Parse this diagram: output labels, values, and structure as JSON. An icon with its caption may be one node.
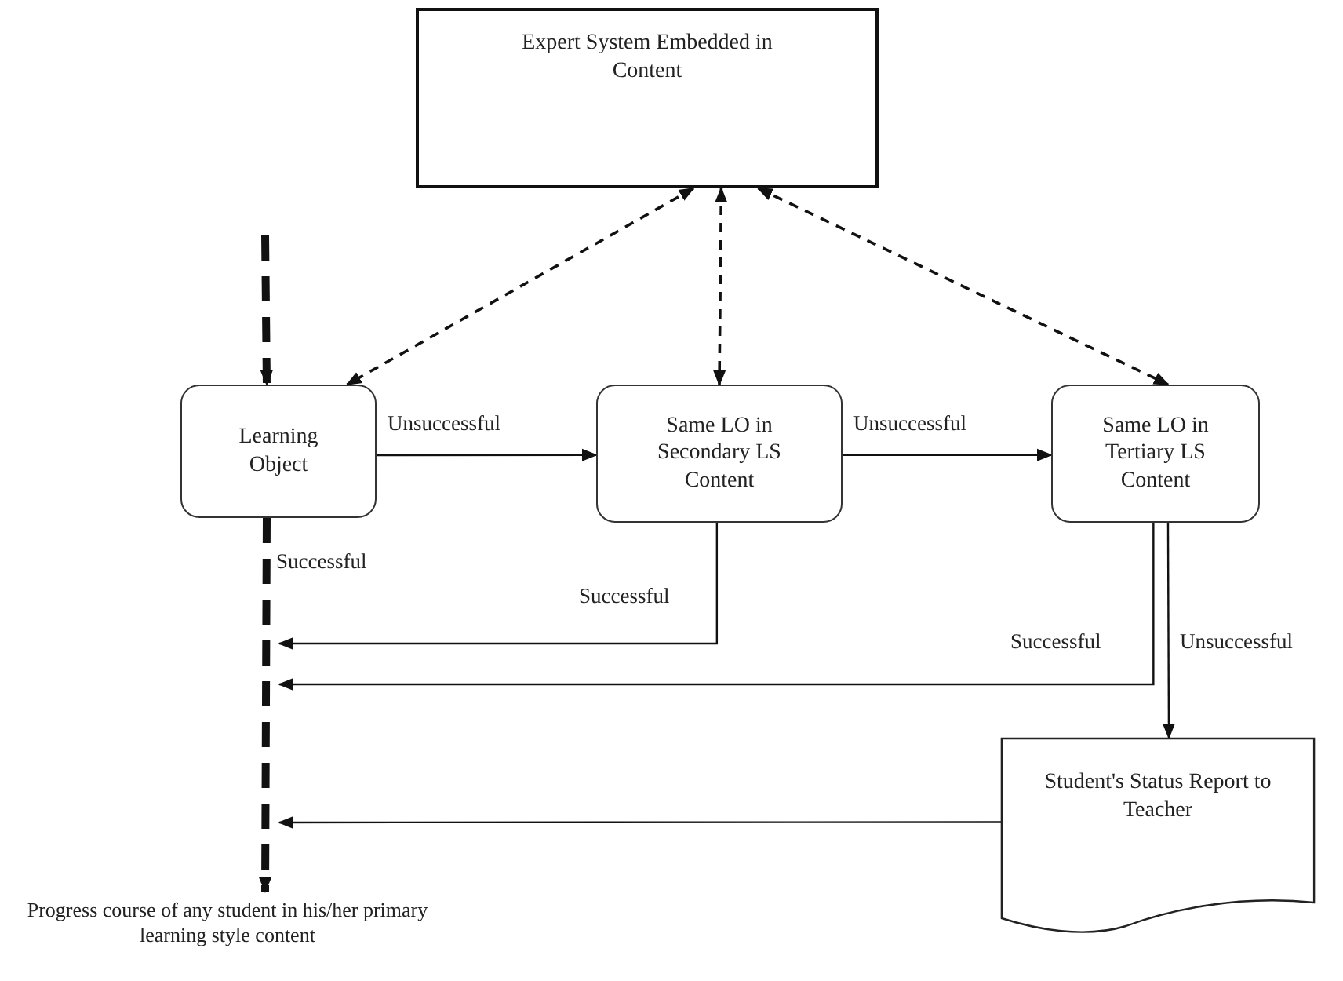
{
  "diagram": {
    "nodes": [
      {
        "text": [
          "Expert System Embedded in Content"
        ]
      },
      {
        "text": [
          "Learning Object"
        ]
      },
      {
        "text": [
          "Same LO in Secondary LS Content"
        ]
      },
      {
        "text": [
          "Same LO in Tertiary LS Content"
        ]
      },
      {
        "text": [
          "Student's Status Report to Teacher"
        ]
      },
      {
        "text": [
          "Progress course of any student in his/her primary learning style content"
        ]
      }
    ],
    "edges": [
      {
        "from": null,
        "to": 1,
        "arrow": "to",
        "style": "dashed"
      },
      {
        "from": 1,
        "to": 5,
        "arrow": "to",
        "style": "dashed",
        "label": "Successful"
      },
      {
        "from": 0,
        "to": 1,
        "arrow": "both",
        "style": "dashed"
      },
      {
        "from": 0,
        "to": 2,
        "arrow": "both",
        "style": "dashed"
      },
      {
        "from": 0,
        "to": 3,
        "arrow": "both",
        "style": "dashed"
      },
      {
        "from": 1,
        "to": 2,
        "arrow": "to",
        "label": "Unsuccessful"
      },
      {
        "from": 2,
        "to": 3,
        "arrow": "to",
        "label": "Unsuccessful"
      },
      {
        "from": 2,
        "to": null,
        "arrow": "to",
        "label": "Successful"
      },
      {
        "from": 3,
        "to": null,
        "arrow": "to",
        "label": "Successful"
      },
      {
        "from": 3,
        "to": 4,
        "arrow": "to",
        "label": "Unsuccessful"
      },
      {
        "from": 4,
        "to": null,
        "arrow": "to"
      }
    ]
  }
}
